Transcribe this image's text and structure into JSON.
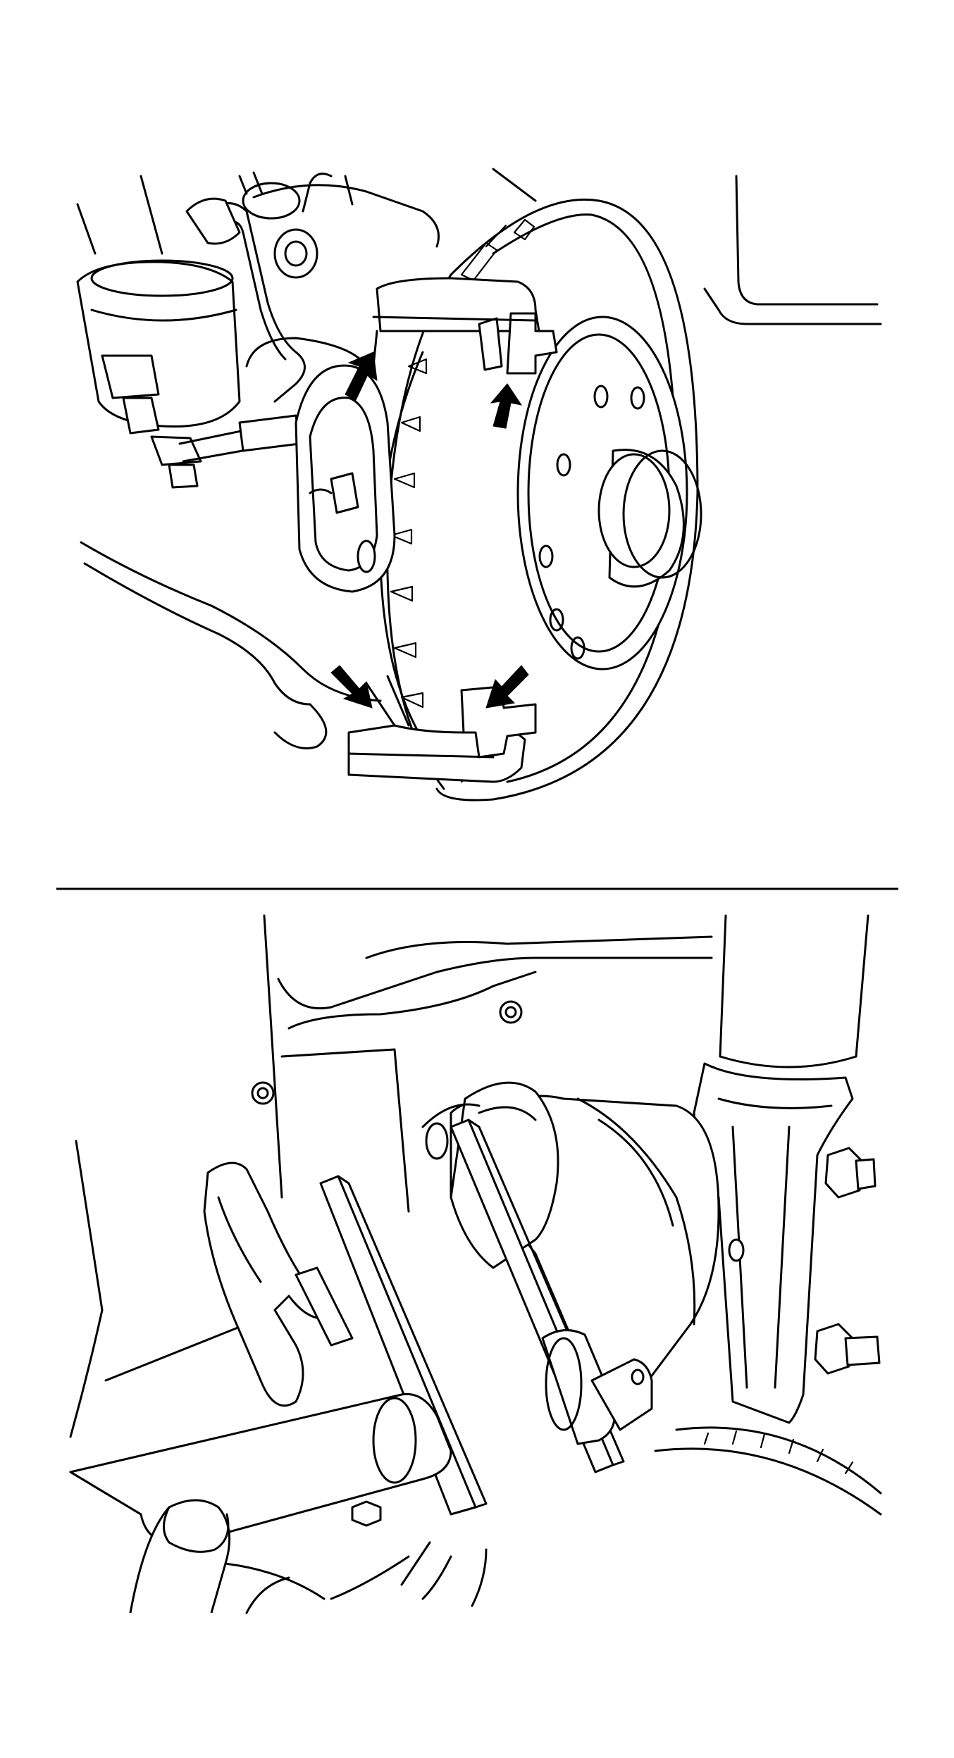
{
  "figure": {
    "panels": [
      {
        "id": "top",
        "subject": "brake-disc-caliper-bracket-removal"
      },
      {
        "id": "bottom",
        "subject": "lower-control-arm-bushing-tool"
      }
    ],
    "callout_arrows": 4,
    "colors": {
      "ink": "#000000",
      "background": "#ffffff"
    }
  }
}
